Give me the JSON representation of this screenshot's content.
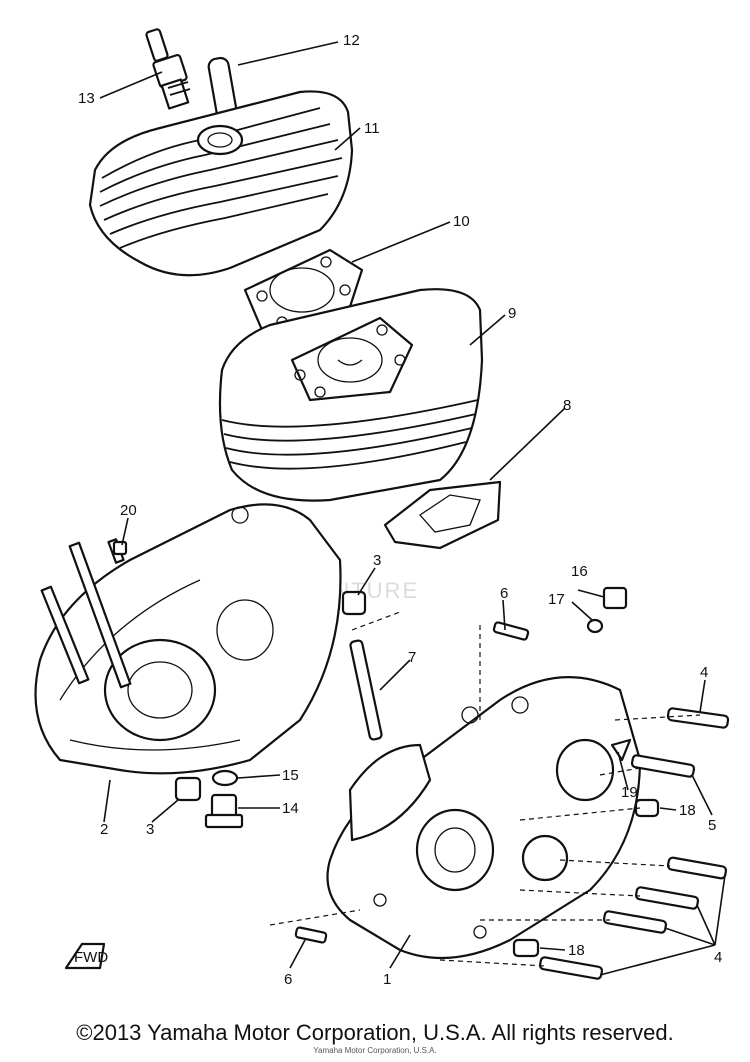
{
  "watermark": "VENTURE",
  "fwd_label": "FWD",
  "copyright": "©2013 Yamaha Motor Corporation, U.S.A. All rights reserved.",
  "subcredit": "Yamaha Motor Corporation, U.S.A.",
  "callouts": {
    "c1": "1",
    "c2": "2",
    "c3a": "3",
    "c3b": "3",
    "c4a": "4",
    "c4b": "4",
    "c5": "5",
    "c6a": "6",
    "c6b": "6",
    "c7": "7",
    "c8": "8",
    "c9": "9",
    "c10": "10",
    "c11": "11",
    "c12": "12",
    "c13": "13",
    "c14": "14",
    "c15": "15",
    "c16": "16",
    "c17": "17",
    "c18a": "18",
    "c18b": "18",
    "c19": "19",
    "c20": "20"
  }
}
